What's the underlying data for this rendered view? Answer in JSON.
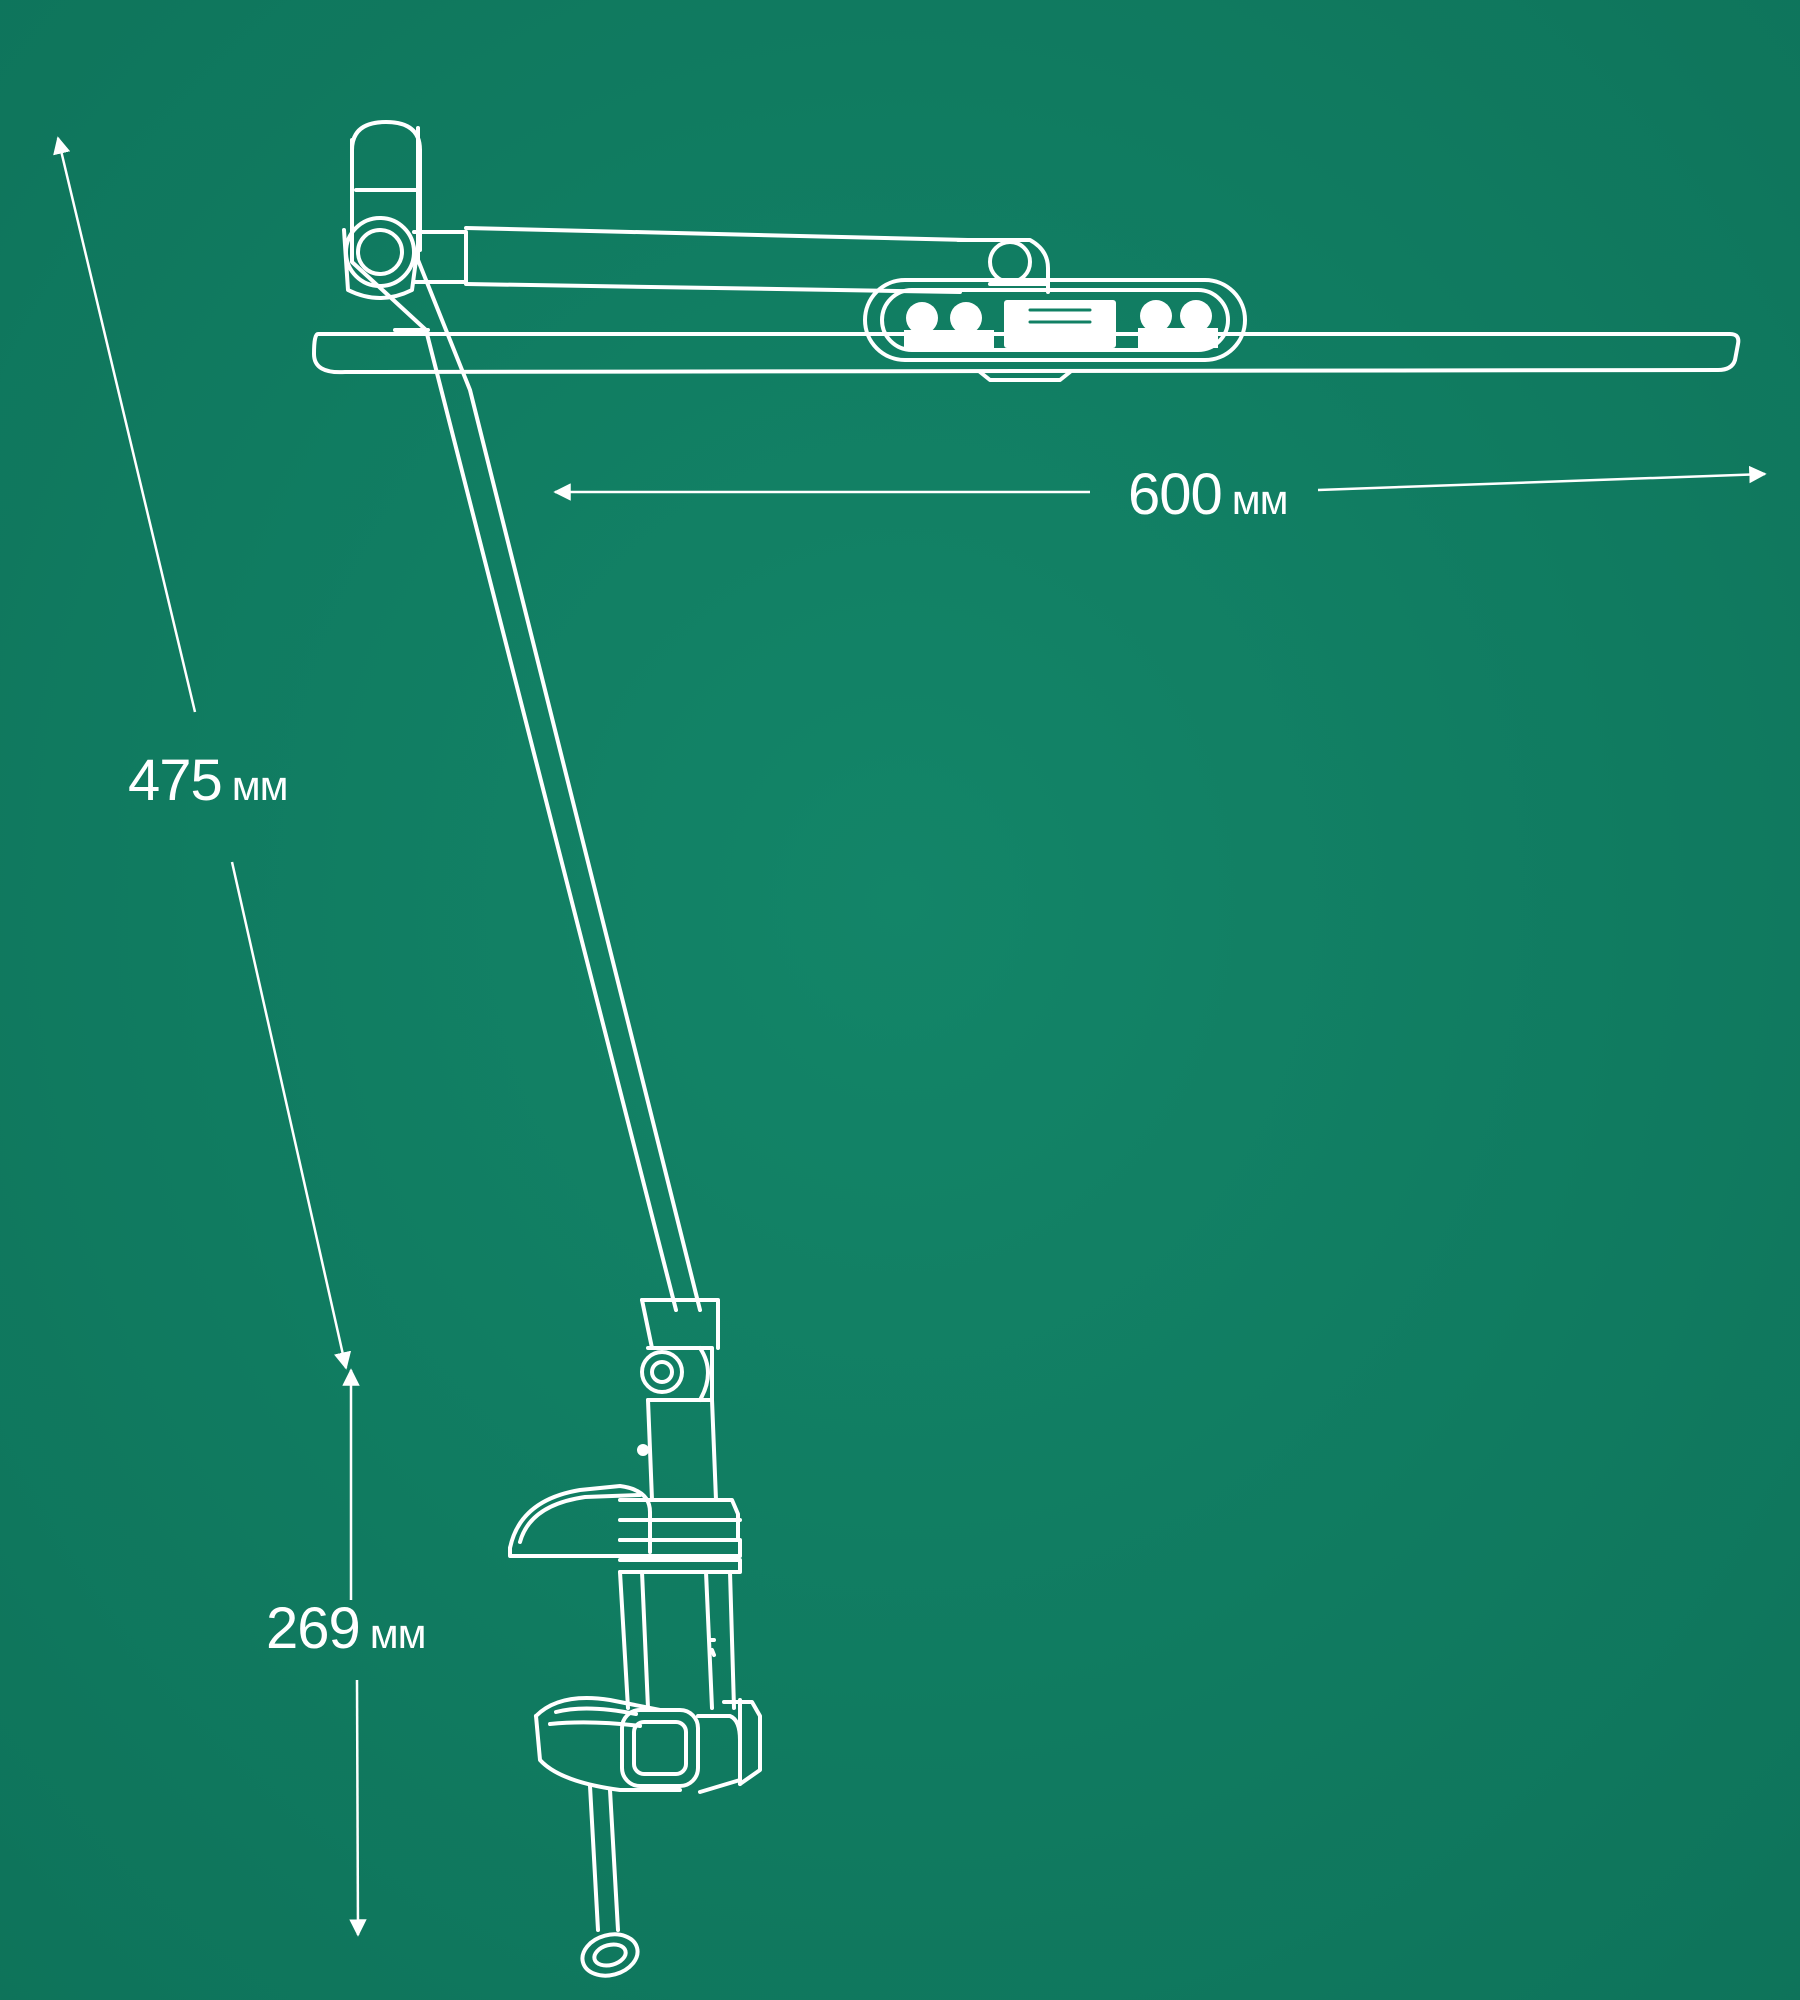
{
  "colors": {
    "background": "#118064",
    "background_dark": "#0d6f56",
    "line": "#ffffff"
  },
  "dimensions": {
    "width": {
      "value": "600",
      "unit": "мм"
    },
    "height": {
      "value": "475",
      "unit": "мм"
    },
    "clamp_height": {
      "value": "269",
      "unit": "мм"
    }
  }
}
